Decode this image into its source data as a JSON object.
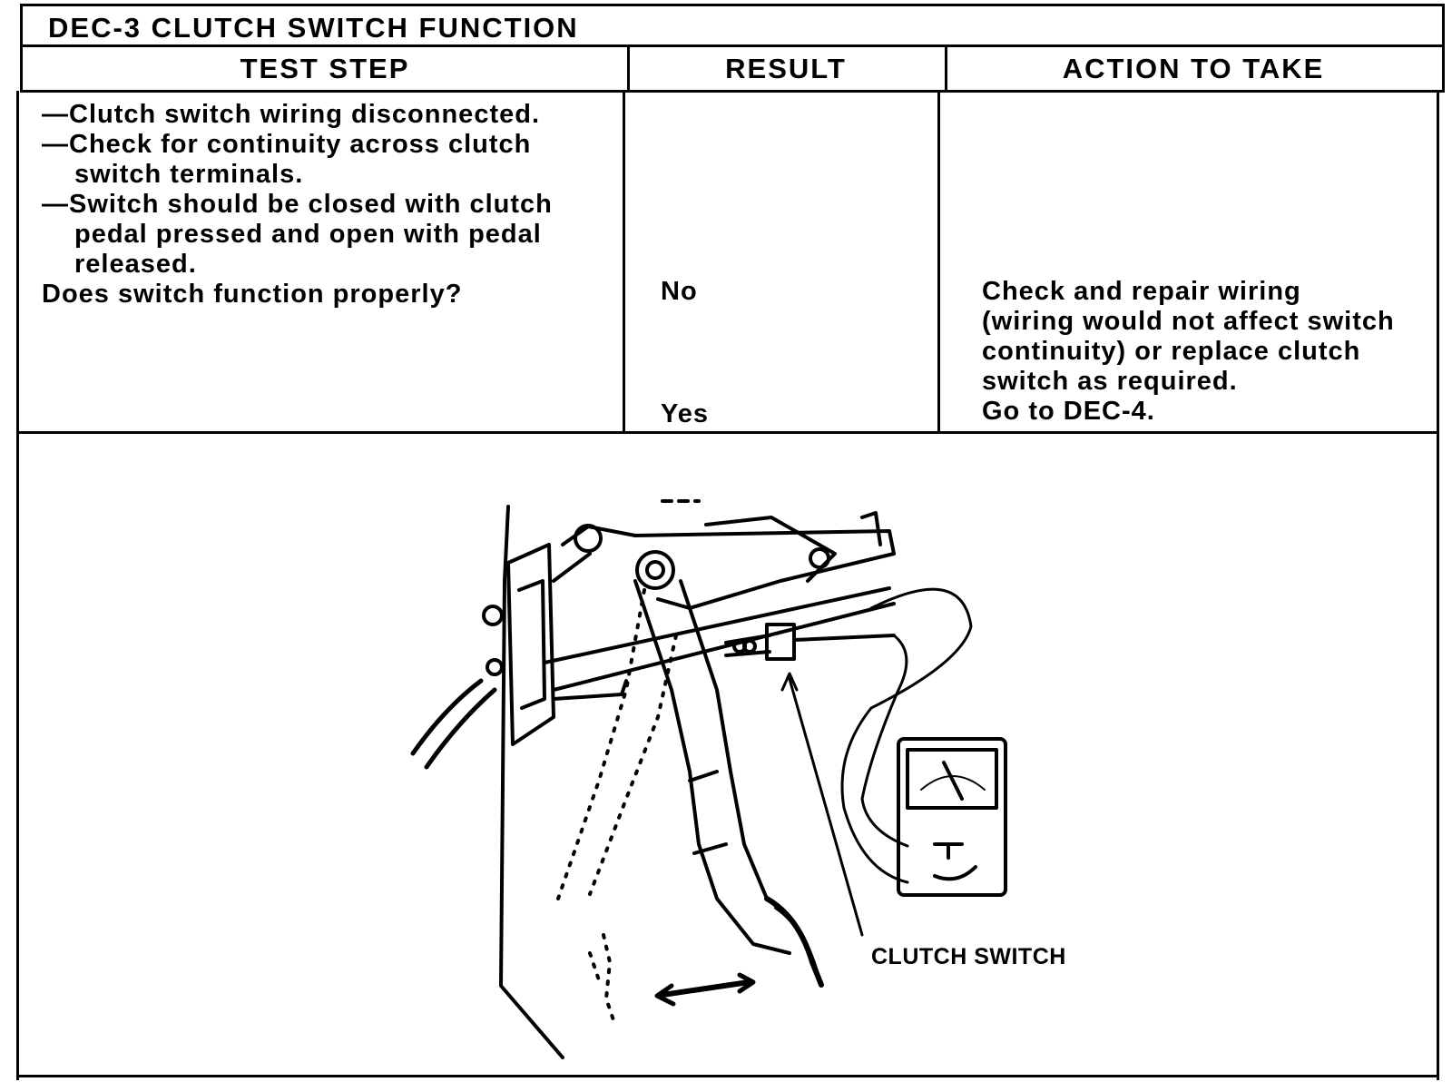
{
  "title": "DEC-3   CLUTCH SWITCH FUNCTION",
  "headers": {
    "test_step": "TEST STEP",
    "result": "RESULT",
    "action": "ACTION TO TAKE"
  },
  "test_step": {
    "lines": [
      "—Clutch switch wiring disconnected.",
      "—Check for continuity across clutch",
      "switch terminals.",
      "—Switch should be closed with clutch",
      "pedal pressed and open with pedal",
      "released."
    ],
    "question": "Does switch function properly?"
  },
  "results": {
    "no": "No",
    "yes": "Yes"
  },
  "actions": {
    "no_lines": [
      "Check and repair wiring",
      "(wiring would not affect switch",
      "continuity) or replace clutch",
      "switch as required."
    ],
    "yes": "Go to DEC-4."
  },
  "figure": {
    "caption": "CLUTCH SWITCH"
  }
}
